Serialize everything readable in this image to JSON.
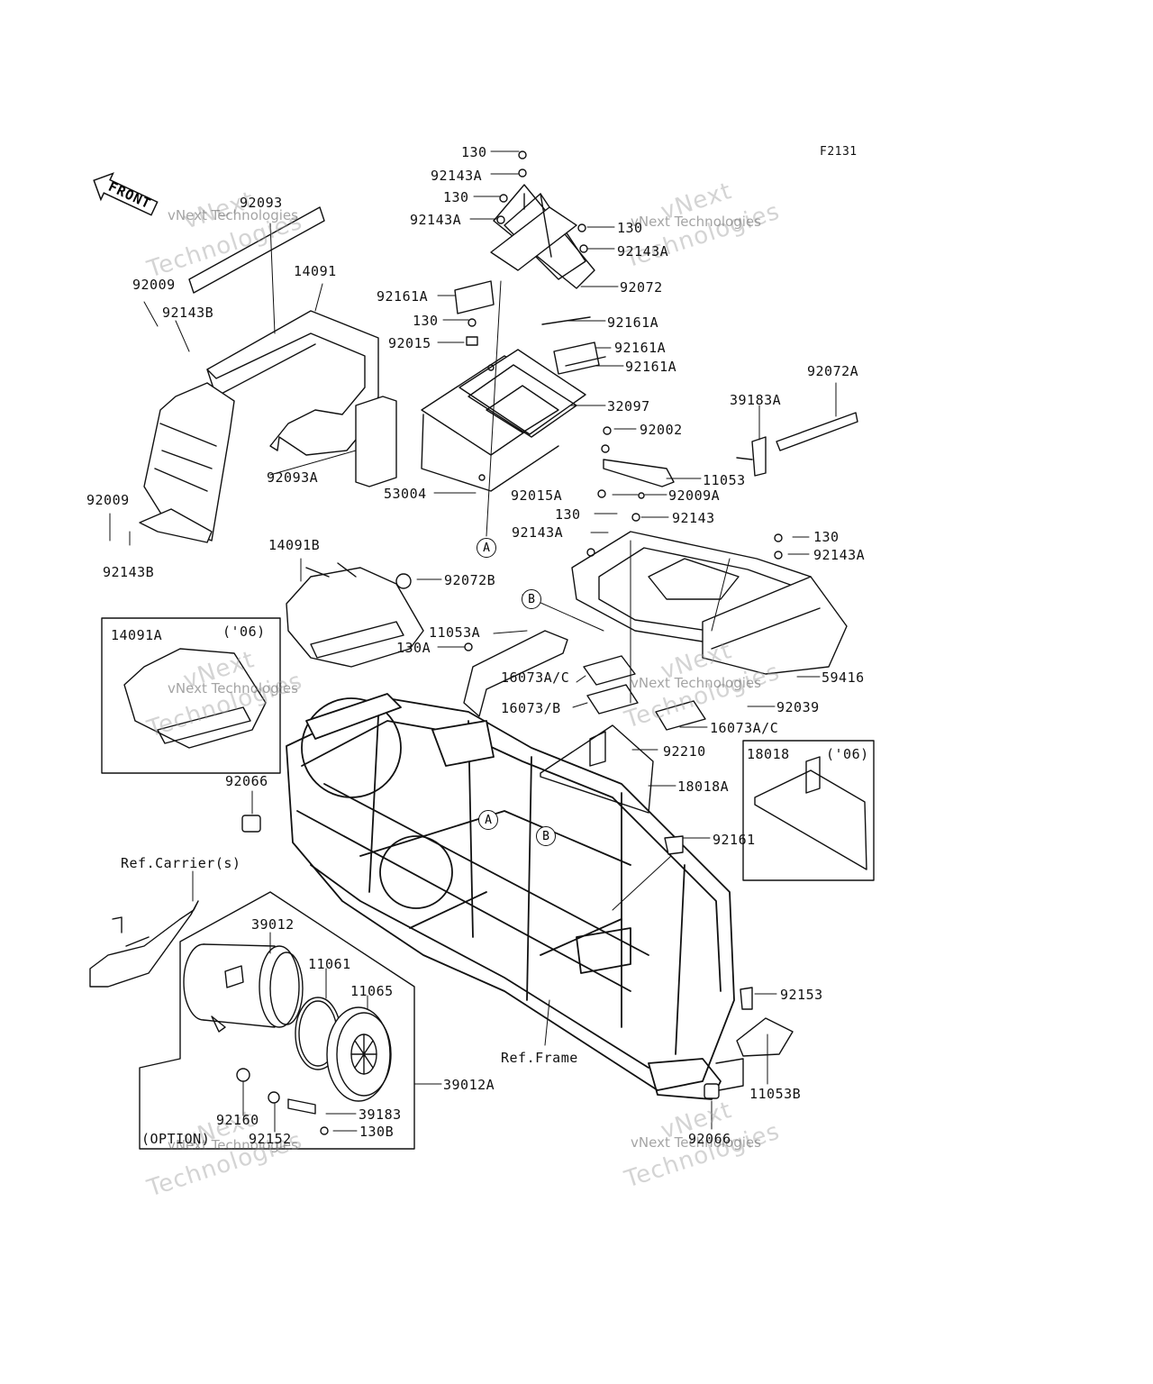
{
  "figure_code": "F2131",
  "front_label": "FRONT",
  "watermark": {
    "line1": "vNext",
    "line2": "Technologies",
    "full": "vNext Technologies"
  },
  "callouts": {
    "A": "A",
    "B": "B"
  },
  "inset_notes": {
    "left": "('06)",
    "right": "('06)"
  },
  "references": {
    "carrier": "Ref.Carrier(s)",
    "frame": "Ref.Frame",
    "option": "(OPTION)"
  },
  "parts": [
    "130",
    "92143A",
    "130",
    "92143A",
    "130",
    "92143A",
    "92072",
    "92161A",
    "130",
    "92161A",
    "92015",
    "92161A",
    "92161A",
    "32097",
    "92002",
    "53004",
    "39183A",
    "92072A",
    "11053",
    "92015A",
    "92009A",
    "130",
    "92143",
    "92143A",
    "130",
    "92143A",
    "92093",
    "14091",
    "92009",
    "92143B",
    "92093A",
    "92009",
    "92143B",
    "14091B",
    "92072B",
    "11053A",
    "130A",
    "14091A",
    "16073A/C",
    "59416",
    "16073/B",
    "92039",
    "16073A/C",
    "92210",
    "18018",
    "18018A",
    "92066",
    "92161",
    "39012",
    "11061",
    "11065",
    "92153",
    "11053B",
    "39012A",
    "39183",
    "130B",
    "92160",
    "92152",
    "92066"
  ]
}
